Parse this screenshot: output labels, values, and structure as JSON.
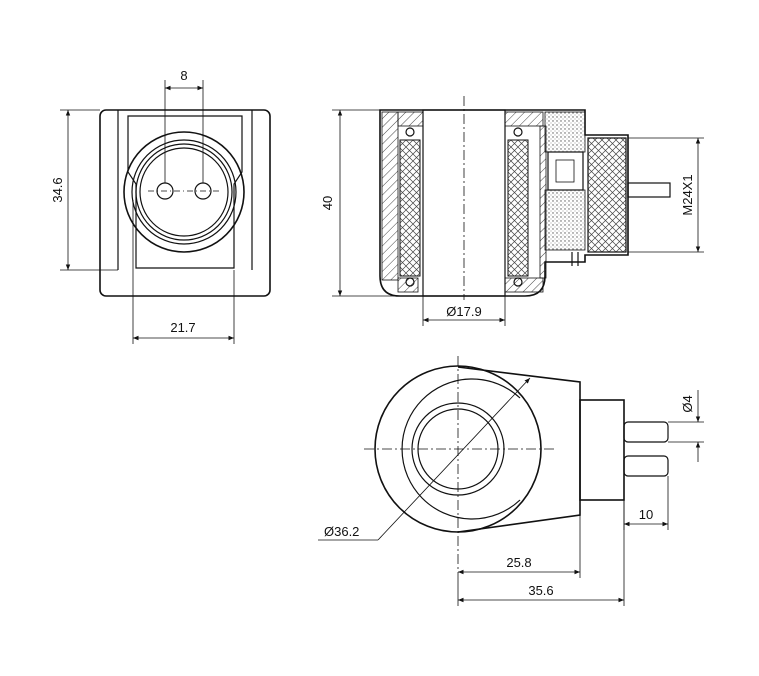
{
  "views": {
    "front": {
      "dims": {
        "pin_spacing": "8",
        "height": "34.6",
        "width": "21.7"
      }
    },
    "section": {
      "dims": {
        "height": "40",
        "bore": "Ø17.9",
        "thread": "M24X1"
      }
    },
    "top": {
      "dims": {
        "pin_dia": "Ø4",
        "pin_length": "10",
        "outer_dia": "Ø36.2",
        "center_to_face": "25.8",
        "overall": "35.6"
      }
    }
  },
  "colors": {
    "line": "#111111",
    "hatch": "#444444",
    "background": "#ffffff"
  }
}
